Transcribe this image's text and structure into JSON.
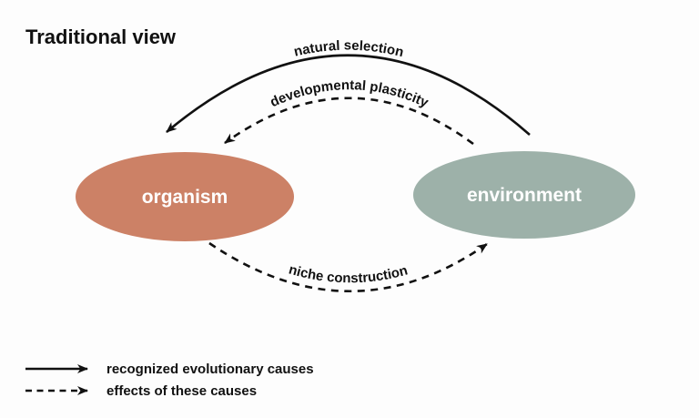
{
  "title": "Traditional view",
  "ellipses": {
    "organism": {
      "label": "organism",
      "color": "#cc8166"
    },
    "environment": {
      "label": "environment",
      "color": "#9db1a9"
    }
  },
  "arrows": {
    "natural_selection": {
      "label": "natural selection",
      "style": "solid",
      "from": "environment",
      "to": "organism"
    },
    "developmental_plasticity": {
      "label": "developmental plasticity",
      "style": "dashed",
      "from": "environment",
      "to": "organism"
    },
    "niche_construction": {
      "label": "niche construction",
      "style": "dashed",
      "from": "organism",
      "to": "environment"
    }
  },
  "legend": {
    "solid": {
      "label": "recognized evolutionary causes",
      "style": "solid"
    },
    "dashed": {
      "label": "effects of these causes",
      "style": "dashed"
    }
  },
  "colors": {
    "line": "#111111",
    "background": "#fdfdfd",
    "ellipse_text": "#ffffff"
  }
}
